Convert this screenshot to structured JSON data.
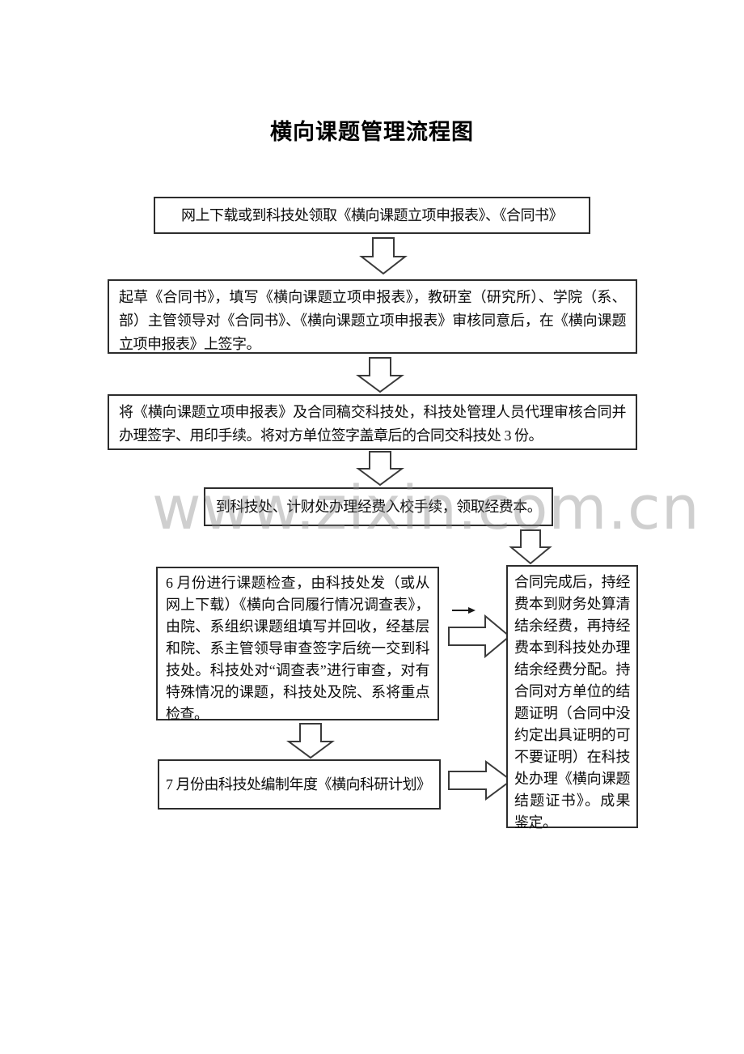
{
  "title": "横向课题管理流程图",
  "watermark": "www.zixin.com.cn",
  "colors": {
    "box_border": "#2d2d2d",
    "arrow_outline": "#3a3a3a",
    "watermark_gray": "#8a8a8a",
    "text": "#0c0c0c",
    "background": "#ffffff"
  },
  "flowchart": {
    "nodes": [
      {
        "id": "start",
        "text": "网上下载或到科技处领取《横向课题立项申报表》、《合同书》"
      },
      {
        "id": "draft",
        "text": "起草《合同书》，填写《横向课题立项申报表》，教研室（研究所）、学院（系、部）主管领导对《合同书》、《横向课题立项申报表》审核同意后，在《横向课题立项申报表》上签字。"
      },
      {
        "id": "submit",
        "text": "将《横向课题立项申报表》及合同稿交科技处，科技处管理人员代理审核合同并办理签字、用印手续。将对方单位签字盖章后的合同交科技处 3 份。"
      },
      {
        "id": "funding",
        "text": "到科技处、计财处办理经费入校手续，领取经费本。"
      },
      {
        "id": "june-check",
        "text": "6 月份进行课题检查，由科技处发（或从网上下载）《横向合同履行情况调查表》，由院、系组织课题组填写并回收，经基层和院、系主管领导审查签字后统一交到科技处。科技处对“调查表”进行审查，对有特殊情况的课题，科技处及院、系将重点检查。"
      },
      {
        "id": "july-plan",
        "text": "7 月份由科技处编制年度《横向科研计划》"
      },
      {
        "id": "finish",
        "text": "合同完成后，持经费本到财务处算清结余经费，再持经费本到科技处办理结余经费分配。持合同对方单位的结题证明（合同中没约定出具证明的可不要证明）在科技处办理《横向课题结题证书》。成果鉴定。"
      }
    ]
  }
}
